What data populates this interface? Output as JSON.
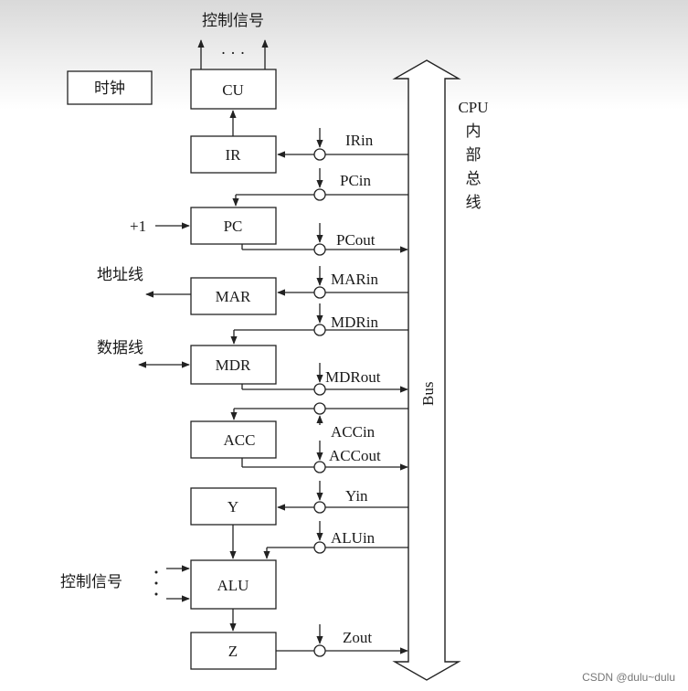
{
  "clock_label": "时钟",
  "cu_top_label": "控制信号",
  "cu_top_dots": "· · ·",
  "bus_title": [
    "CPU",
    "内",
    "部",
    "总",
    "线"
  ],
  "bus_label": "Bus",
  "address_line_label": "地址线",
  "data_line_label": "数据线",
  "alu_control_label": "控制信号",
  "pc_increment_label": "+1",
  "registers": {
    "cu": "CU",
    "ir": "IR",
    "pc": "PC",
    "mar": "MAR",
    "mdr": "MDR",
    "acc": "ACC",
    "y": "Y",
    "alu": "ALU",
    "z": "Z"
  },
  "signals": {
    "irin": "IRin",
    "pcin": "PCin",
    "pcout": "PCout",
    "marin": "MARin",
    "mdrin": "MDRin",
    "mdrout": "MDRout",
    "accin": "ACCin",
    "accout": "ACCout",
    "yin": "Yin",
    "aluin": "ALUin",
    "zout": "Zout"
  },
  "watermark": "CSDN @dulu~dulu"
}
